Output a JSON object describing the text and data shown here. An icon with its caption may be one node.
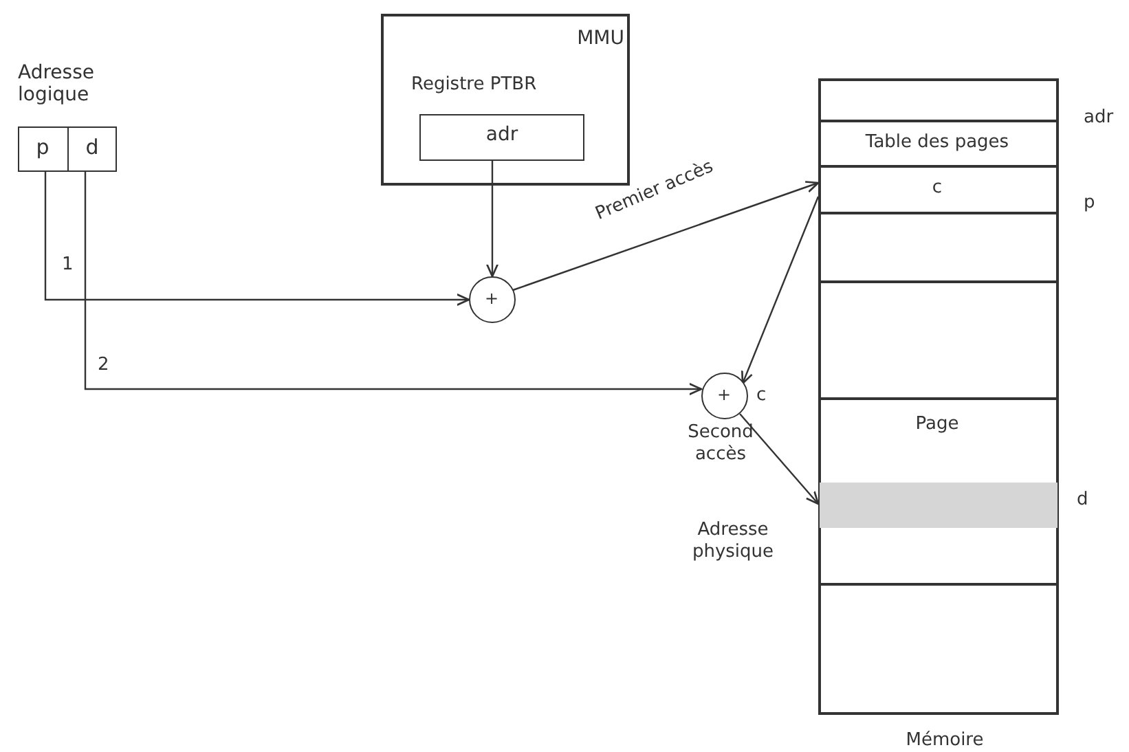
{
  "diagram": {
    "nodes": [
      {
        "text": [
          "Adresse logique"
        ]
      },
      {
        "text": [
          "p"
        ],
        "in": 0
      },
      {
        "text": [
          "d"
        ],
        "in": 0
      },
      {
        "text": [
          "MMU",
          "Registre PTBR"
        ]
      },
      {
        "text": [
          "adr"
        ],
        "in": 3
      },
      {
        "text": [
          "+"
        ]
      },
      {
        "text": [
          "+"
        ],
        "beside": [
          "Second accès"
        ]
      },
      {
        "text": [
          "Mémoire"
        ]
      },
      {
        "text": [],
        "shape": "box",
        "in": 7
      },
      {
        "text": [
          "Table des pages"
        ],
        "in": 7
      },
      {
        "text": [
          "c"
        ],
        "in": 7
      },
      {
        "text": [],
        "shape": "box",
        "in": 7
      },
      {
        "text": [],
        "shape": "box",
        "in": 7
      },
      {
        "text": [
          "Page"
        ],
        "in": 7
      },
      {
        "text": [],
        "shape": "bar",
        "in": 13
      },
      {
        "text": [],
        "shape": "box",
        "in": 7
      }
    ],
    "edges": [
      {
        "from": 1,
        "to": 5,
        "arrow": "to",
        "label": "1"
      },
      {
        "from": 2,
        "to": 6,
        "arrow": "to",
        "label": "2"
      },
      {
        "from": 4,
        "to": 5,
        "arrow": "to"
      },
      {
        "from": 5,
        "to": 10,
        "arrow": "to",
        "label": "Premier accès"
      },
      {
        "from": 10,
        "to": 6,
        "arrow": "to"
      },
      {
        "from": 6,
        "to": 14,
        "arrow": "to"
      }
    ],
    "labels": [
      "adr",
      "p",
      "c",
      "d",
      "Adresse physique"
    ]
  }
}
